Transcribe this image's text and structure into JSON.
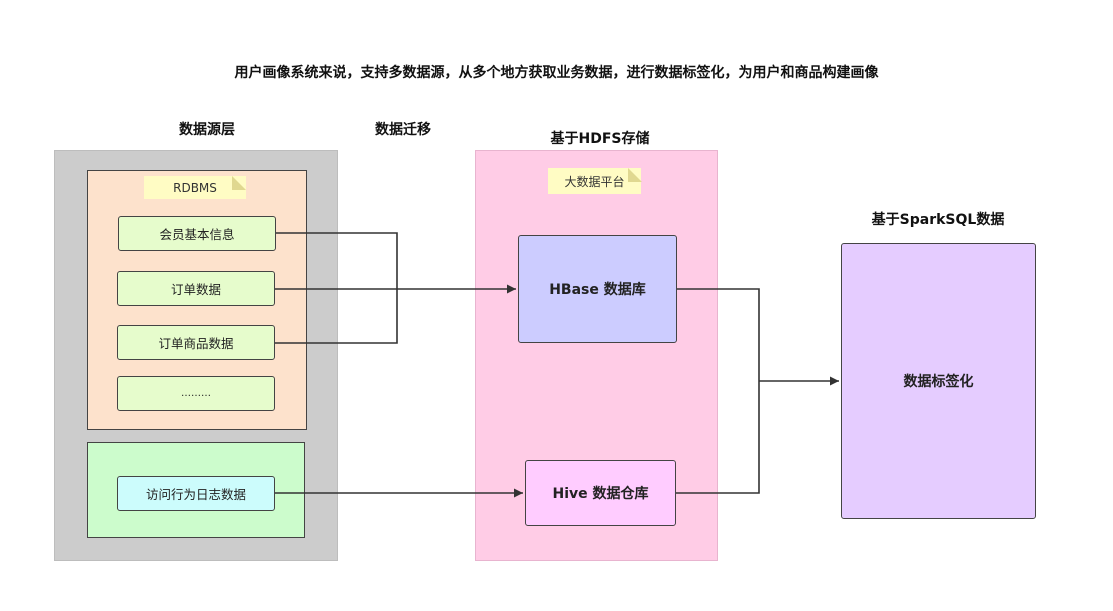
{
  "title": "用户画像系统来说，支持多数据源，从多个地方获取业务数据，进行数据标签化，为用户和商品构建画像",
  "labels": {
    "source_layer": "数据源层",
    "migration": "数据迁移",
    "hdfs": "基于HDFS存储",
    "sparksql": "基于SparkSQL数据"
  },
  "source": {
    "rdbms_note": "RDBMS",
    "items": [
      "会员基本信息",
      "订单数据",
      "订单商品数据",
      "………"
    ],
    "log_item": "访问行为日志数据"
  },
  "platform": {
    "note": "大数据平台",
    "hbase": "HBase 数据库",
    "hive": "Hive 数据仓库"
  },
  "tagging": "数据标签化",
  "colors": {
    "source_panel": "#cccccc",
    "rdbms_panel": "#fde2cc",
    "item_fill": "#e6fccc",
    "log_panel": "#ccfccc",
    "log_item_fill": "#ccfcfc",
    "platform_panel": "#ffcce6",
    "hbase_fill": "#ccccff",
    "hive_fill": "#ffccff",
    "tag_fill": "#e5ccff",
    "note_fill": "#fffcc4"
  }
}
